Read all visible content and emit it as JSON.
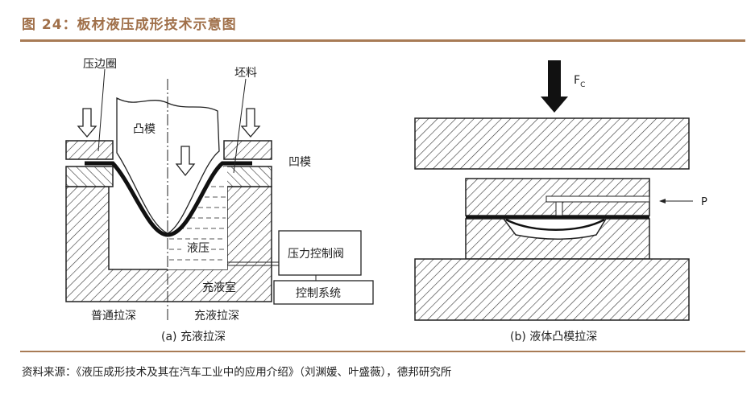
{
  "title": "图 24：板材液压成形技术示意图",
  "source": "资料来源：《液压成形技术及其在汽车工业中的应用介绍》（刘渊媛、叶盛薇），德邦研究所",
  "accent_color": "#a0704a",
  "diagram_a": {
    "labels": {
      "blank_holder": "压边圈",
      "blank": "坯料",
      "punch": "凸模",
      "die": "凹模",
      "hydraulic": "液压",
      "chamber": "充液室",
      "valve": "压力控制阀",
      "control": "控制系统",
      "conventional": "普通拉深",
      "hydro": "充液拉深"
    },
    "caption": "(a) 充液拉深"
  },
  "diagram_b": {
    "force_label": "F",
    "force_sub": "C",
    "pressure_label": "P",
    "caption": "(b) 液体凸模拉深"
  }
}
